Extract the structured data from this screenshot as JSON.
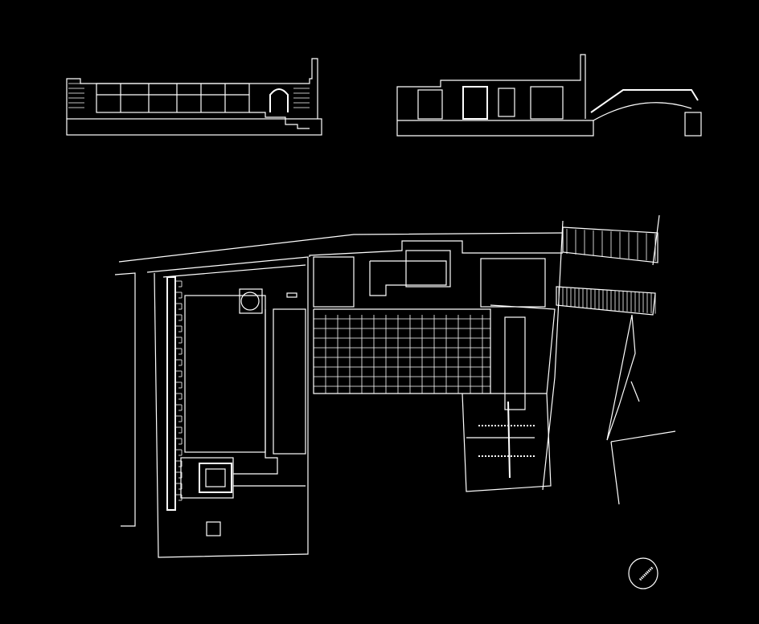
{
  "drawing": {
    "background": "#000000",
    "stroke": "#ffffff",
    "views": [
      "section-left",
      "section-right",
      "site-plan"
    ],
    "icons": [
      "north-arrow-icon"
    ]
  }
}
